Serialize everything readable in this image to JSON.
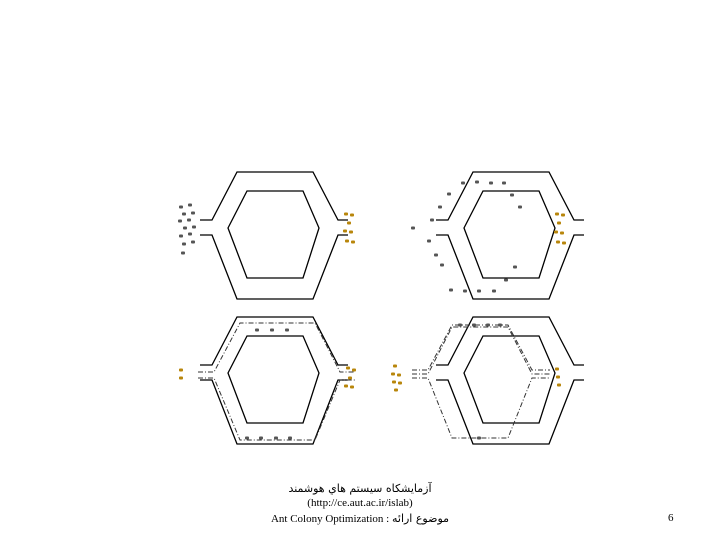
{
  "footer": {
    "lab_name": "آزمايشكاه سيستم هاي هوشمند",
    "lab_url": "(http://ce.aut.ac.ir/islab)",
    "topic_title": "Ant Colony Optimization",
    "topic_separator": " : ",
    "topic_label": "موضوع ارائه"
  },
  "page_number": "6",
  "colors": {
    "track": "#000000",
    "background": "#ffffff",
    "ant_food": "#b8860b",
    "ant_nest": "#555555"
  },
  "panels": [
    {
      "id": "panel-initial",
      "description_icon": "ants-at-nest"
    },
    {
      "id": "panel-exploring",
      "description_icon": "ants-on-both-paths"
    },
    {
      "id": "panel-pheromone-trail",
      "description_icon": "pheromone-both-paths"
    },
    {
      "id": "panel-shortest-path",
      "description_icon": "pheromone-short-path"
    }
  ]
}
